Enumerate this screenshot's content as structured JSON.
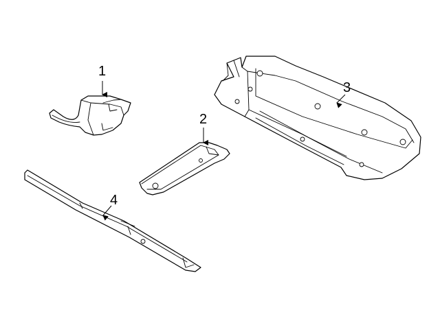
{
  "callouts": {
    "part_1": "1",
    "part_2": "2",
    "part_3": "3",
    "part_4": "4"
  },
  "colors": {
    "line": "#000000",
    "background": "#ffffff"
  }
}
